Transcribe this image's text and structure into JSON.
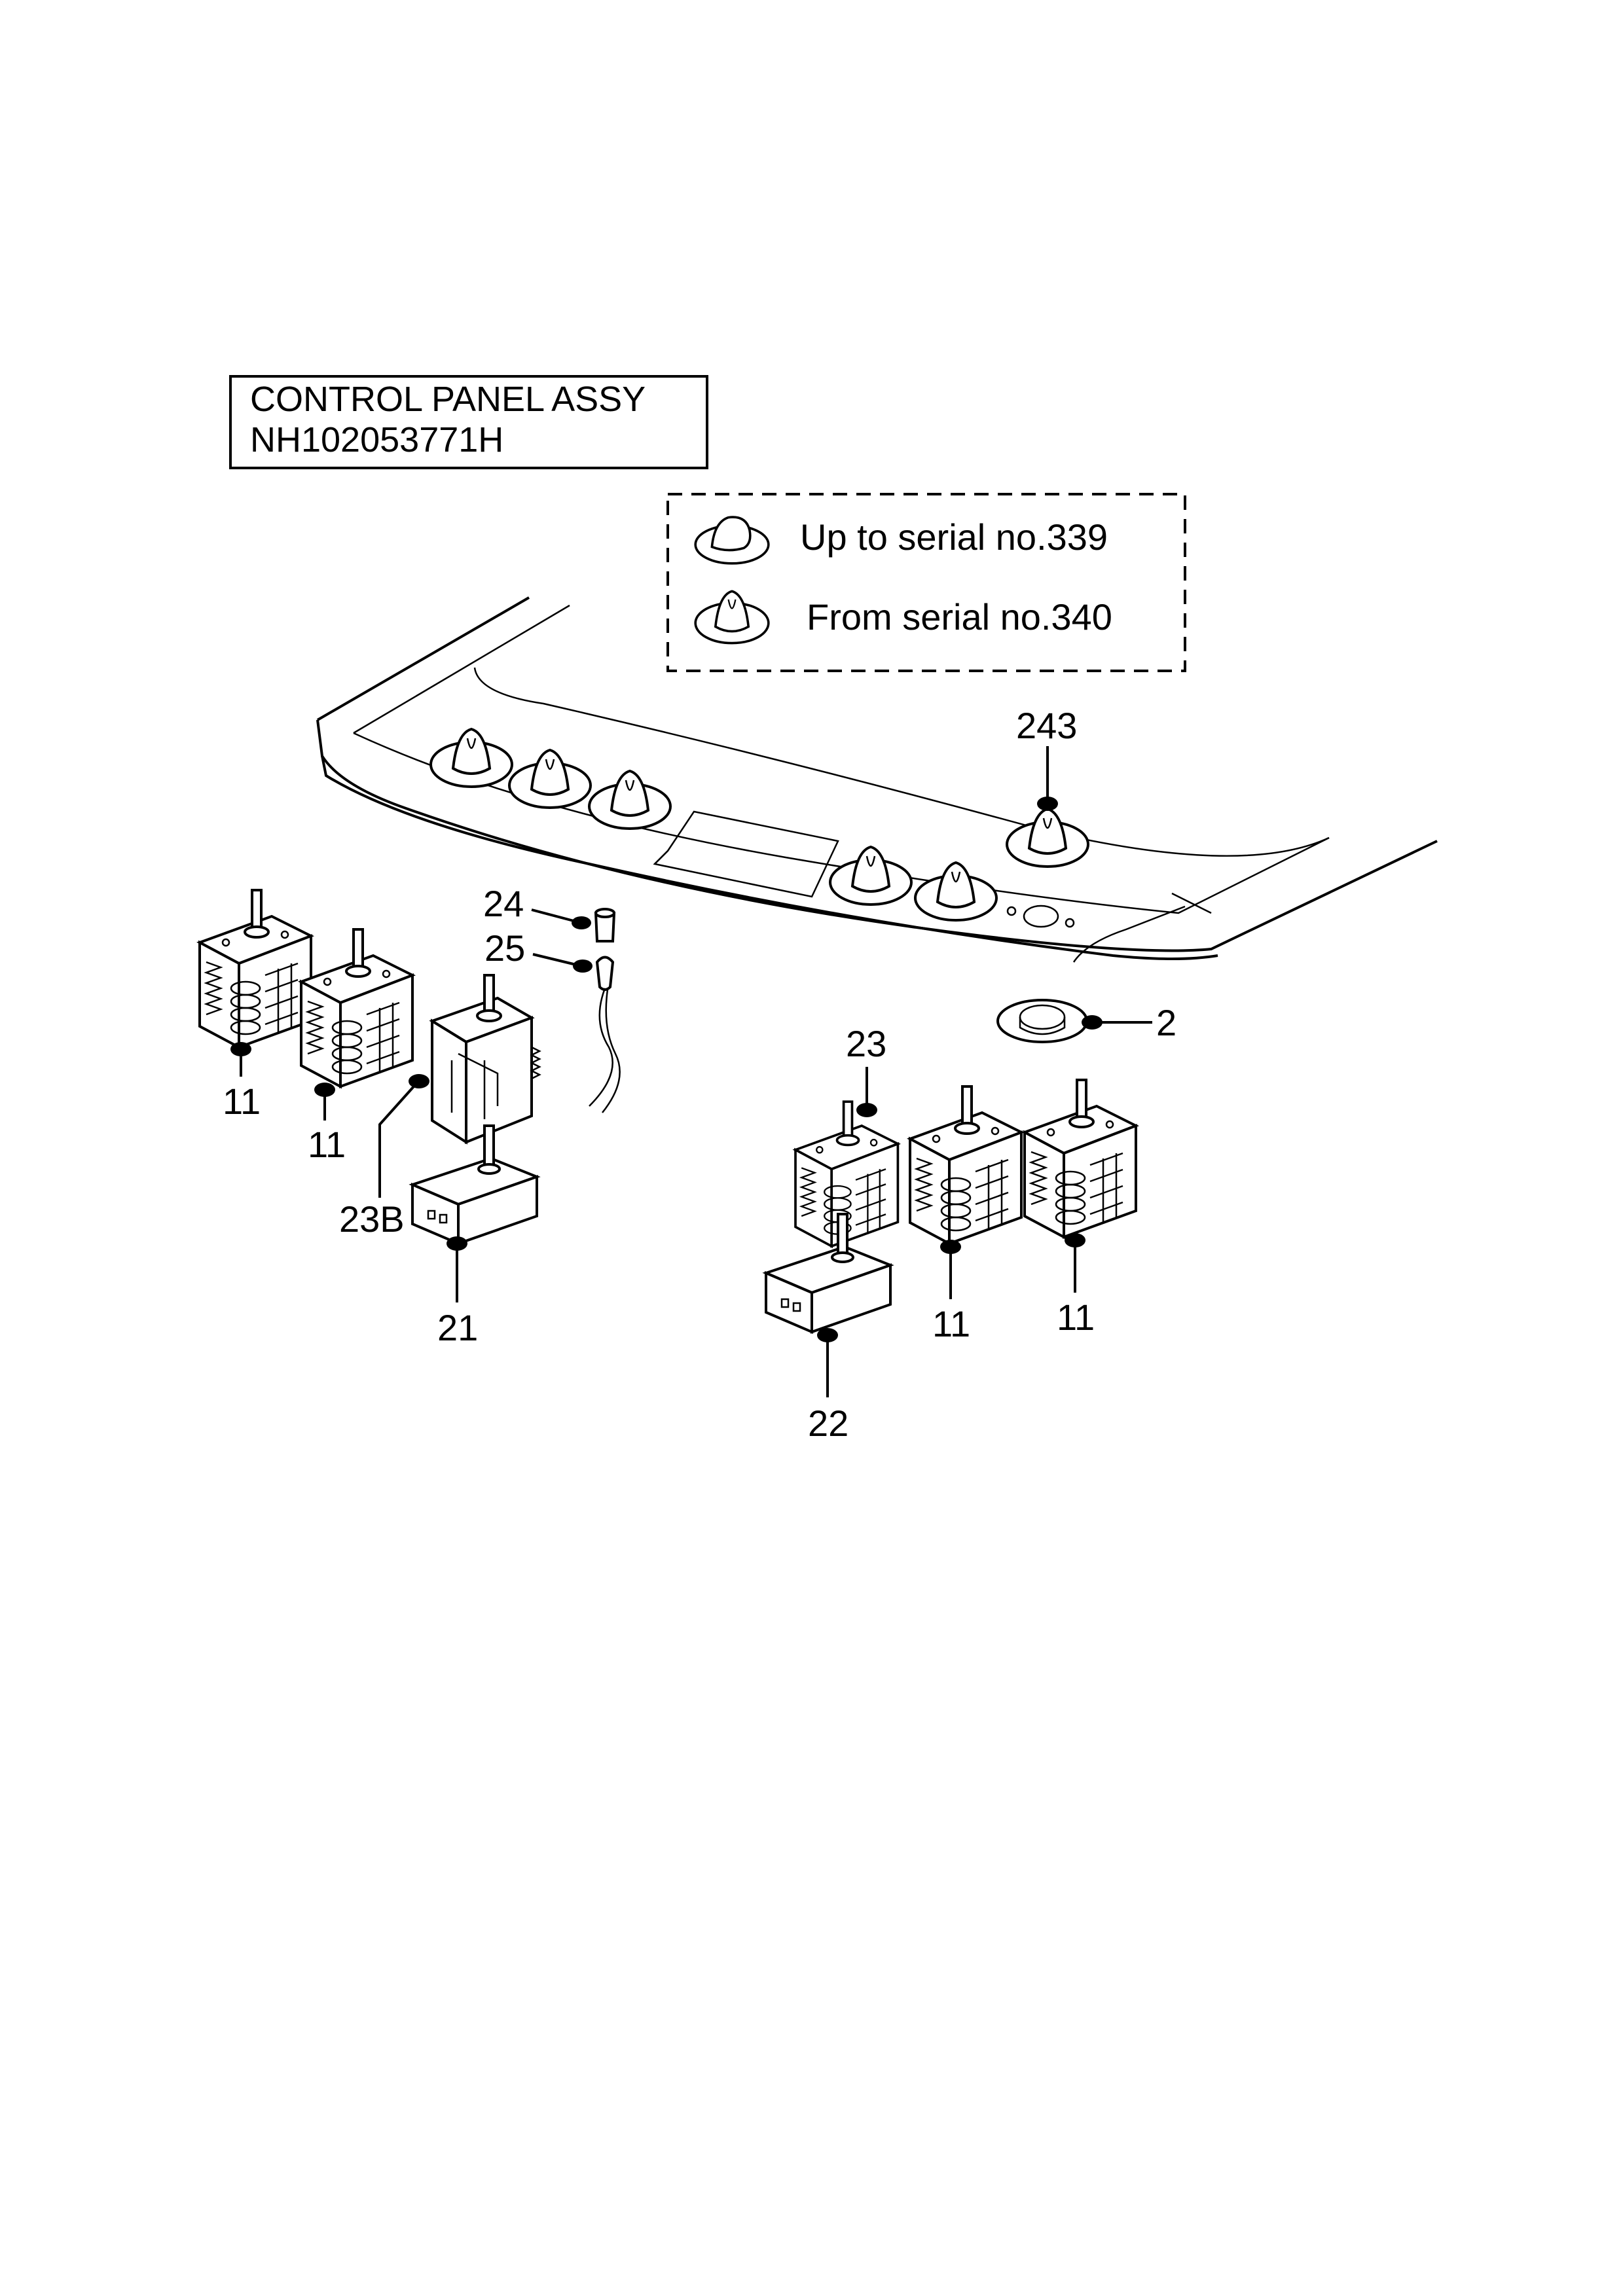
{
  "title_box": {
    "line1": "CONTROL PANEL  ASSY",
    "line2": "NH102053771H"
  },
  "legend": {
    "items": [
      {
        "icon": "knob-old-icon",
        "text": "Up to serial no.339"
      },
      {
        "icon": "knob-new-icon",
        "text": "From serial no.340"
      }
    ]
  },
  "callouts": {
    "c243": "243",
    "c2": "2",
    "c24": "24",
    "c25": "25",
    "c23": "23",
    "c23b": "23B",
    "c21": "21",
    "c22": "22",
    "c11a": "11",
    "c11b": "11",
    "c11c": "11",
    "c11d": "11"
  }
}
